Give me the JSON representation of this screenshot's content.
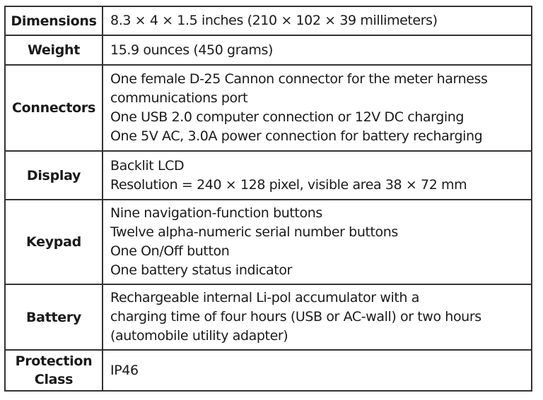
{
  "spec_table": {
    "rows": [
      {
        "label": [
          "Dimensions"
        ],
        "lines": [
          "8.3 × 4 × 1.5 inches (210 × 102 × 39 millimeters)"
        ]
      },
      {
        "label": [
          "Weight"
        ],
        "lines": [
          "15.9 ounces (450 grams)"
        ]
      },
      {
        "label": [
          "Connectors"
        ],
        "lines": [
          "One female D-25 Cannon connector for the meter harness",
          "communications port",
          "One USB 2.0 computer connection or 12V DC charging",
          "One 5V AC, 3.0A power connection for battery recharging"
        ]
      },
      {
        "label": [
          "Display"
        ],
        "lines": [
          "Backlit LCD",
          "Resolution = 240 × 128 pixel, visible area 38 × 72 mm"
        ]
      },
      {
        "label": [
          "Keypad"
        ],
        "lines": [
          "Nine navigation-function buttons",
          "Twelve alpha-numeric serial number buttons",
          "One On/Off button",
          "One battery status indicator"
        ]
      },
      {
        "label": [
          "Battery"
        ],
        "lines": [
          "Rechargeable internal Li-pol accumulator with a",
          "charging time of four hours (USB or AC-wall) or two hours",
          "(automobile utility adapter)"
        ]
      },
      {
        "label": [
          "Protection",
          "Class"
        ],
        "lines": [
          "IP46"
        ]
      }
    ]
  }
}
